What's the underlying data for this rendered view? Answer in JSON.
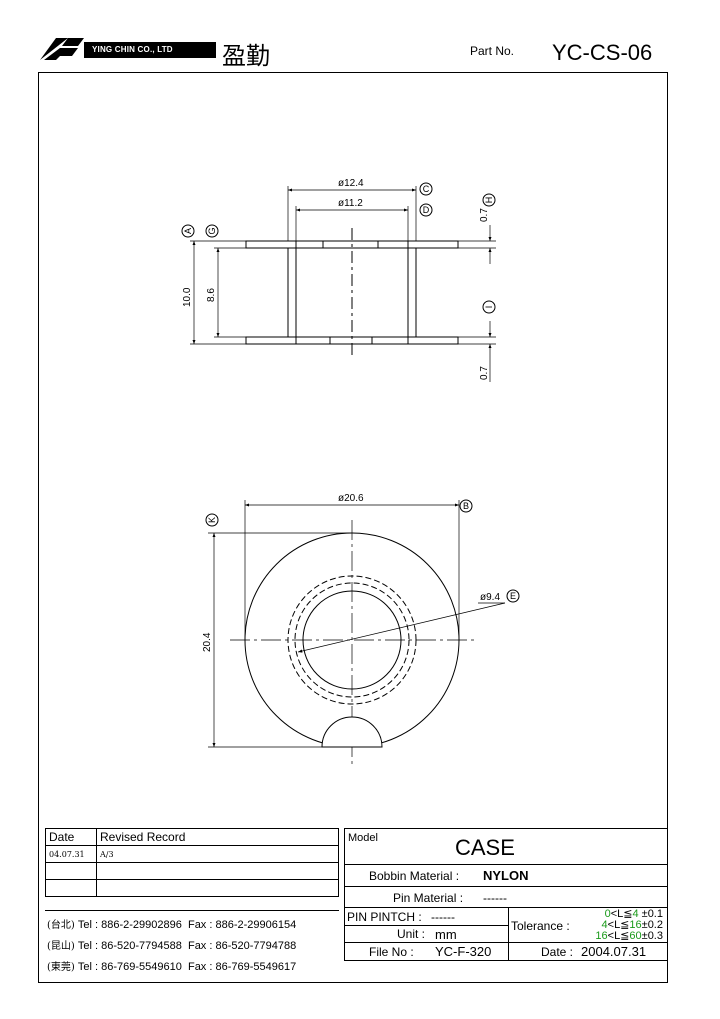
{
  "header": {
    "company_en": "YING CHIN CO., LTD",
    "company_cn": "盈勤",
    "part_no_label": "Part No.",
    "part_no_value": "YC-CS-06"
  },
  "side_view": {
    "dims": [
      "ø12.4",
      "ø11.2",
      "10.0",
      "8.6",
      "0.7",
      "0.7"
    ],
    "balloons": [
      "C",
      "D",
      "H",
      "A",
      "G",
      "I"
    ]
  },
  "top_view": {
    "dims": [
      "ø20.6",
      "ø9.4",
      "20.4"
    ],
    "balloons": [
      "B",
      "E",
      "K"
    ]
  },
  "revision": {
    "col_date": "Date",
    "col_record": "Revised Record",
    "rows": [
      {
        "date": "04.07.31",
        "record": "A/3"
      },
      {
        "date": "",
        "record": ""
      },
      {
        "date": "",
        "record": ""
      }
    ]
  },
  "contacts": [
    {
      "loc": "(台北)",
      "tel": "Tel : 886-2-29902896",
      "fax": "Fax : 886-2-29906154"
    },
    {
      "loc": "(昆山)",
      "tel": "Tel : 86-520-7794588",
      "fax": "Fax : 86-520-7794788"
    },
    {
      "loc": "(東莞)",
      "tel": "Tel : 86-769-5549610",
      "fax": "Fax : 86-769-5549617"
    }
  ],
  "spec": {
    "model_label": "Model",
    "model_value": "CASE",
    "bobbin_label": "Bobbin  Material :",
    "bobbin_value": "NYLON",
    "pin_label": "Pin  Material :",
    "pin_value": "------",
    "pinpitch_label": "PIN  PINTCH :",
    "pinpitch_value": "------",
    "unit_label": "Unit :",
    "unit_value": "mm",
    "file_label": "File  No :",
    "file_value": "YC-F-320",
    "date_label": "Date :",
    "date_value": "2004.07.31",
    "tolerance_label": "Tolerance :",
    "tol_rows": [
      {
        "lo": "0",
        "hi": "4",
        "pm": "±0.1"
      },
      {
        "lo": "4",
        "hi": "16",
        "pm": "±0.2"
      },
      {
        "lo": "16",
        "hi": "60",
        "pm": "±0.3"
      }
    ],
    "tol_symbol": "<L≦",
    "tol_color": "#1a9a1a"
  }
}
